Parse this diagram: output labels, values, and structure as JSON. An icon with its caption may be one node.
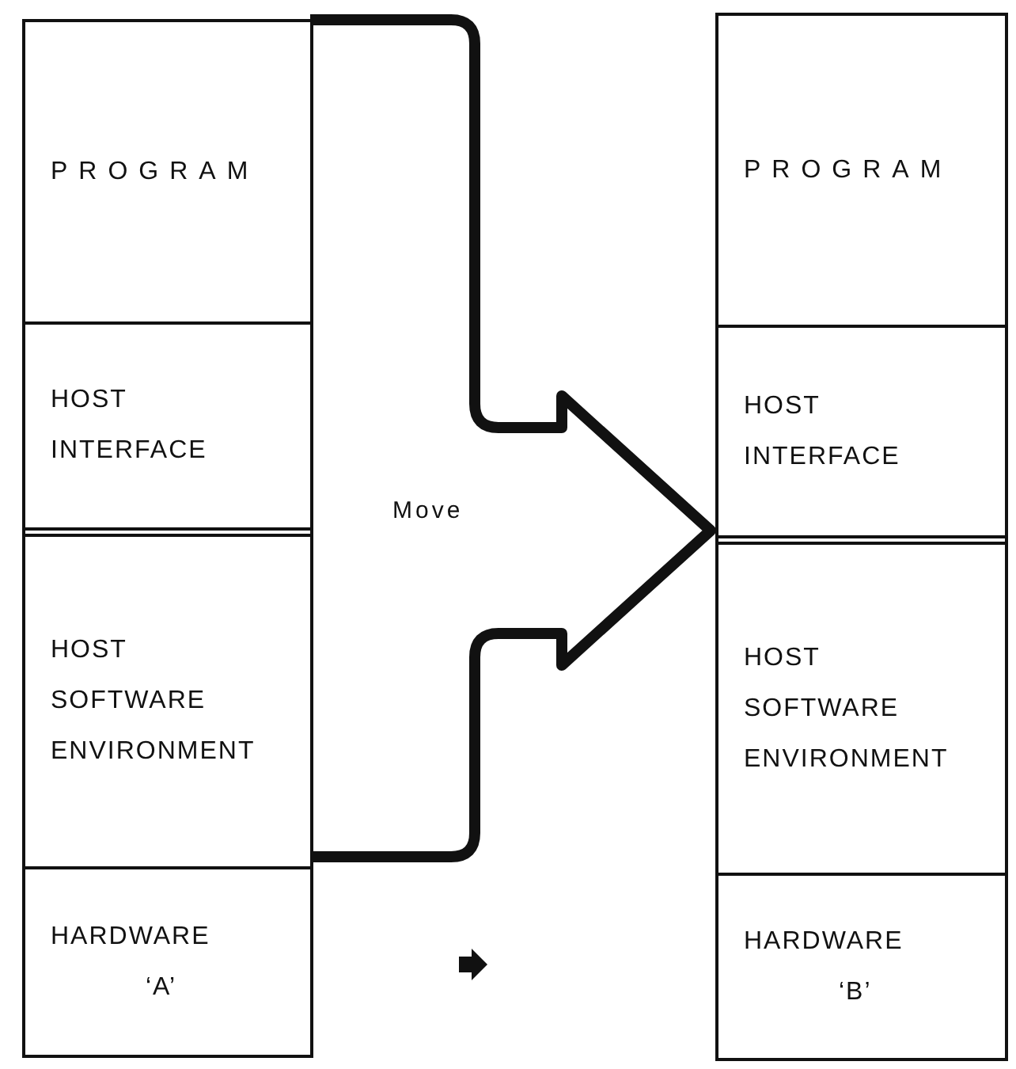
{
  "diagram": {
    "nodes": [
      {
        "text": [],
        "shape": "box"
      },
      {
        "text": [
          "PROGRAM"
        ],
        "in": 0
      },
      {
        "text": [
          "HOST INTERFACE"
        ],
        "in": 0
      },
      {
        "text": [
          "HOST SOFTWARE ENVIRONMENT"
        ],
        "in": 0
      },
      {
        "text": [
          "HARDWARE",
          "‘A’"
        ],
        "in": 0
      },
      {
        "text": [
          "Move"
        ]
      },
      {
        "text": [],
        "shape": "box"
      },
      {
        "text": [
          "PROGRAM"
        ],
        "in": 6
      },
      {
        "text": [
          "HOST INTERFACE"
        ],
        "in": 6
      },
      {
        "text": [
          "HOST SOFTWARE ENVIRONMENT"
        ],
        "in": 6
      },
      {
        "text": [
          "HARDWARE",
          "‘B’"
        ],
        "in": 6
      }
    ]
  }
}
